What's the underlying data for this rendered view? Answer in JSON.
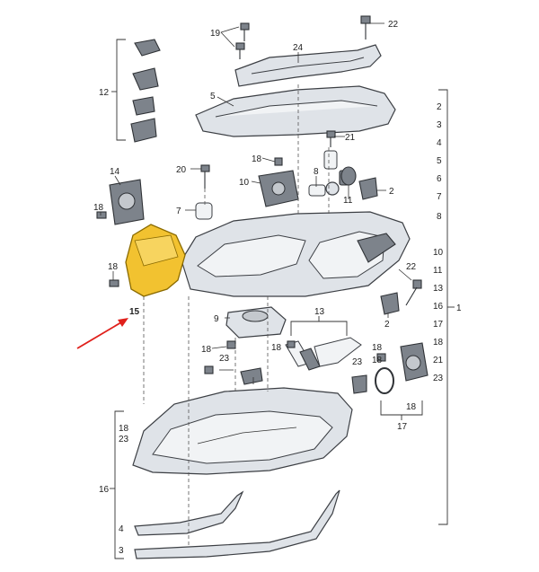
{
  "diagram": {
    "callouts": {
      "c19": "19",
      "c22": "22",
      "c24": "24",
      "c12": "12",
      "c5": "5",
      "c21": "21",
      "c18a": "18",
      "c20": "20",
      "c10": "10",
      "c8": "8",
      "c2a": "2",
      "c11": "11",
      "c14": "14",
      "c7": "7",
      "c18b": "18",
      "c18c": "18",
      "c15": "15",
      "c9": "9",
      "c13": "13",
      "c22b": "22",
      "c18d": "18",
      "c2b": "2",
      "c18e": "18",
      "c23a": "23",
      "c23b": "23",
      "c17": "17",
      "c18f": "18",
      "c18g": "18",
      "c18h": "18",
      "c23c": "23",
      "c16": "16",
      "c4": "4",
      "c3": "3",
      "c1": "1"
    },
    "right_column": [
      "2",
      "3",
      "4",
      "5",
      "6",
      "7",
      "8",
      "10",
      "11",
      "13",
      "16",
      "17",
      "18",
      "21",
      "23"
    ]
  },
  "colors": {
    "highlight_fill": "#f2c230",
    "highlight_stroke": "#8a6a00",
    "arrow": "#e0201b",
    "part_fill": "#dfe3e8",
    "outline": "#3c3f44"
  }
}
